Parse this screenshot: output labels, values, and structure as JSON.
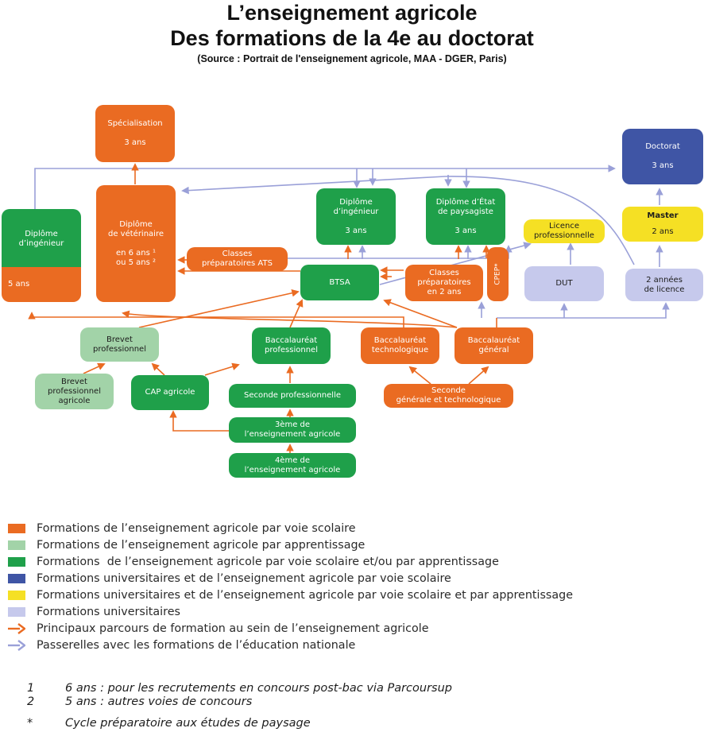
{
  "header": {
    "title_line1": "L’enseignement agricole",
    "title_line2": "Des formations de la 4e au doctorat",
    "source": "(Source : Portrait de l'enseignement agricole, MAA - DGER, Paris)"
  },
  "colors": {
    "voie_scolaire": "#ea6b22",
    "apprentissage": "#a2d3a8",
    "scolaire_et_apprentissage": "#1fa04a",
    "universitaire_scolaire": "#3f55a5",
    "universitaire_scolaire_apprentissage": "#f5e024",
    "universitaires": "#c6c9ec",
    "parcours_arrow": "#ea6b22",
    "passerelle_arrow": "#9aa0d8"
  },
  "nodes": {
    "specialisation": {
      "label": "Spécialisation",
      "duration": "3 ans"
    },
    "doctorat": {
      "label": "Doctorat",
      "duration": "3 ans"
    },
    "diplome_ingenieur_left": {
      "label": "Diplôme\nd’ingénieur",
      "duration": "5 ans"
    },
    "diplome_veterinaire": {
      "label": "Diplôme\nde vétérinaire",
      "duration": "en 6 ans ¹\nou 5 ans ²"
    },
    "diplome_ingenieur_mid": {
      "label": "Diplôme\nd’ingénieur",
      "duration": "3 ans"
    },
    "diplome_paysagiste": {
      "label": "Diplôme d’État\nde paysagiste",
      "duration": "3 ans"
    },
    "master": {
      "label": "Master",
      "duration": "2 ans"
    },
    "licence_pro": {
      "label": "Licence\nprofessionnelle"
    },
    "classes_prepa_ats": {
      "label": "Classes\npréparatoires ATS"
    },
    "btsa": {
      "label": "BTSA"
    },
    "classes_prepa_2ans": {
      "label": "Classes\npréparatoires\nen 2 ans"
    },
    "cpep": {
      "label": "CPEP*"
    },
    "dut": {
      "label": "DUT"
    },
    "annees_licence": {
      "label": "2 années\nde licence"
    },
    "brevet_pro": {
      "label": "Brevet\nprofessionnel"
    },
    "bac_pro": {
      "label": "Baccalauréat\nprofessionnel"
    },
    "bac_techno": {
      "label": "Baccalauréat\ntechnologique"
    },
    "bac_general": {
      "label": "Baccalauréat\ngénéral"
    },
    "brevet_pro_agricole": {
      "label": "Brevet\nprofessionnel\nagricole"
    },
    "cap_agricole": {
      "label": "CAP agricole"
    },
    "seconde_pro": {
      "label": "Seconde professionnelle"
    },
    "seconde_gt": {
      "label": "Seconde\ngénérale et technologique"
    },
    "troisieme": {
      "label": "3ème de\nl’enseignement agricole"
    },
    "quatrieme": {
      "label": "4ème de\nl’enseignement agricole"
    }
  },
  "legend": [
    {
      "color": "#ea6b22",
      "icon": "orange-square",
      "label": "Formations de l’enseignement agricole par voie scolaire"
    },
    {
      "color": "#a2d3a8",
      "icon": "light-green-square",
      "label": "Formations de l’enseignement agricole par apprentissage"
    },
    {
      "color": "#1fa04a",
      "icon": "green-square",
      "label": "Formations  de l’enseignement agricole par voie scolaire et/ou par apprentissage"
    },
    {
      "color": "#3f55a5",
      "icon": "navy-square",
      "label": "Formations universitaires et de l’enseignement agricole par voie scolaire"
    },
    {
      "color": "#f5e024",
      "icon": "yellow-square",
      "label": "Formations universitaires et de l’enseignement agricole par voie scolaire et par apprentissage"
    },
    {
      "color": "#c6c9ec",
      "icon": "lavender-square",
      "label": "Formations universitaires"
    },
    {
      "color": "#ea6b22",
      "icon": "orange-arrow",
      "label": "Principaux parcours de formation au sein de l’enseignement agricole"
    },
    {
      "color": "#9aa0d8",
      "icon": "lavender-arrow",
      "label": "Passerelles avec les formations de l’éducation nationale"
    }
  ],
  "footnotes": [
    {
      "marker": "1",
      "text": "6 ans : pour les recrutements en concours post-bac via Parcoursup"
    },
    {
      "marker": "2",
      "text": "5 ans : autres voies de concours"
    },
    {
      "marker": "*",
      "text": "Cycle préparatoire aux études de paysage"
    }
  ]
}
